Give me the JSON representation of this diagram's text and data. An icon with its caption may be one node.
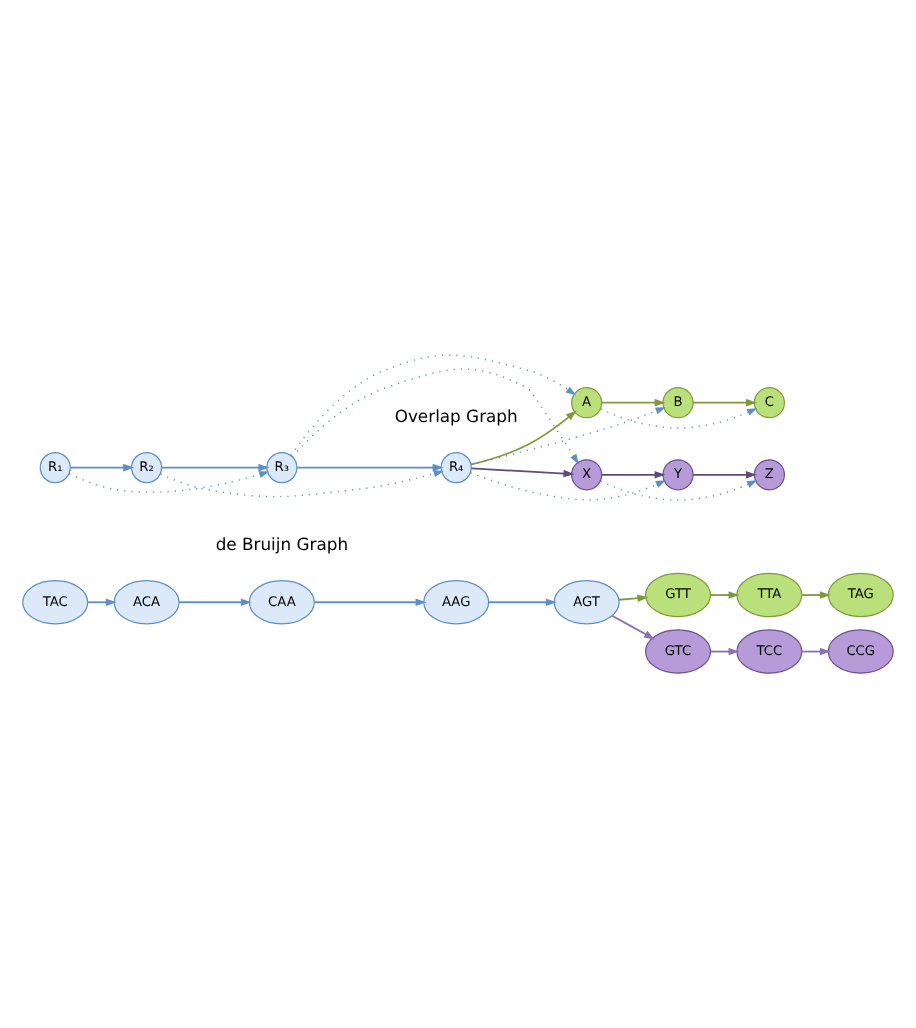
{
  "diagram": {
    "nodes": [
      {
        "text": [
          "R₁"
        ]
      },
      {
        "text": [
          "R₂"
        ]
      },
      {
        "text": [
          "R₃"
        ]
      },
      {
        "text": [
          "R₄"
        ]
      },
      {
        "text": [
          "A"
        ]
      },
      {
        "text": [
          "B"
        ]
      },
      {
        "text": [
          "C"
        ]
      },
      {
        "text": [
          "X"
        ]
      },
      {
        "text": [
          "Y"
        ]
      },
      {
        "text": [
          "Z"
        ]
      },
      {
        "text": [
          "TAC"
        ]
      },
      {
        "text": [
          "ACA"
        ]
      },
      {
        "text": [
          "CAA"
        ]
      },
      {
        "text": [
          "AAG"
        ]
      },
      {
        "text": [
          "AGT"
        ]
      },
      {
        "text": [
          "GTT"
        ]
      },
      {
        "text": [
          "TTA"
        ]
      },
      {
        "text": [
          "TAG"
        ]
      },
      {
        "text": [
          "GTC"
        ]
      },
      {
        "text": [
          "TCC"
        ]
      },
      {
        "text": [
          "CCG"
        ]
      }
    ],
    "edges": [
      {
        "from": 0,
        "to": 1,
        "arrow": "to"
      },
      {
        "from": 1,
        "to": 2,
        "arrow": "to"
      },
      {
        "from": 2,
        "to": 3,
        "arrow": "to"
      },
      {
        "from": 3,
        "to": 4,
        "arrow": "to",
        "color": "#7f9a3c"
      },
      {
        "from": 4,
        "to": 5,
        "arrow": "to",
        "color": "#7f9a3c"
      },
      {
        "from": 5,
        "to": 6,
        "arrow": "to",
        "color": "#7f9a3c"
      },
      {
        "from": 3,
        "to": 7,
        "arrow": "to",
        "color": "#5e4a7e"
      },
      {
        "from": 7,
        "to": 8,
        "arrow": "to",
        "color": "#5e4a7e"
      },
      {
        "from": 8,
        "to": 9,
        "arrow": "to",
        "color": "#5e4a7e"
      },
      {
        "from": 0,
        "to": 2,
        "arrow": "to",
        "style": "dashed"
      },
      {
        "from": 1,
        "to": 3,
        "arrow": "to",
        "style": "dashed"
      },
      {
        "from": 2,
        "to": 4,
        "arrow": "to",
        "style": "dashed"
      },
      {
        "from": 2,
        "to": 7,
        "arrow": "to",
        "style": "dashed"
      },
      {
        "from": 3,
        "to": 5,
        "arrow": "to",
        "style": "dashed"
      },
      {
        "from": 3,
        "to": 8,
        "arrow": "to",
        "style": "dashed"
      },
      {
        "from": 4,
        "to": 6,
        "arrow": "to",
        "style": "dashed"
      },
      {
        "from": 7,
        "to": 9,
        "arrow": "to",
        "style": "dashed"
      },
      {
        "from": 10,
        "to": 11,
        "arrow": "to"
      },
      {
        "from": 11,
        "to": 12,
        "arrow": "to"
      },
      {
        "from": 12,
        "to": 13,
        "arrow": "to"
      },
      {
        "from": 13,
        "to": 14,
        "arrow": "to"
      },
      {
        "from": 14,
        "to": 15,
        "arrow": "to",
        "color": "#7f9a3c"
      },
      {
        "from": 15,
        "to": 16,
        "arrow": "to",
        "color": "#7f9a3c"
      },
      {
        "from": 16,
        "to": 17,
        "arrow": "to",
        "color": "#7f9a3c"
      },
      {
        "from": 14,
        "to": 18,
        "arrow": "to",
        "color": "#8e6fb0"
      },
      {
        "from": 18,
        "to": 19,
        "arrow": "to",
        "color": "#8e6fb0"
      },
      {
        "from": 19,
        "to": 20,
        "arrow": "to",
        "color": "#8e6fb0"
      }
    ],
    "labels": [
      "Overlap Graph",
      "de Bruijn Graph"
    ]
  }
}
